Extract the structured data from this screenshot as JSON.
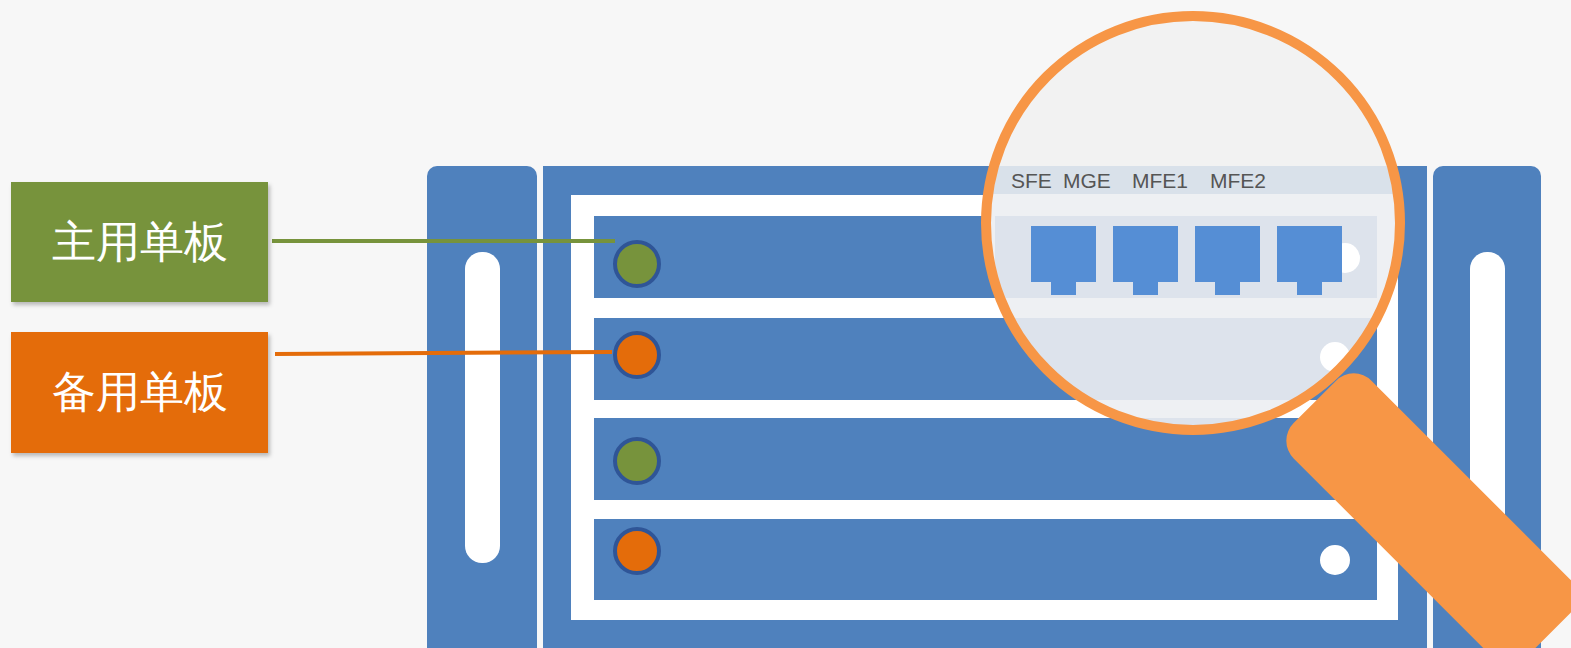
{
  "diagram": {
    "nodes": [
      {
        "text": [
          "主用单板"
        ]
      },
      {
        "text": [
          "备用单板"
        ]
      }
    ],
    "labels": [
      "SFE",
      "MGE",
      "MFE1",
      "MFE2"
    ]
  }
}
